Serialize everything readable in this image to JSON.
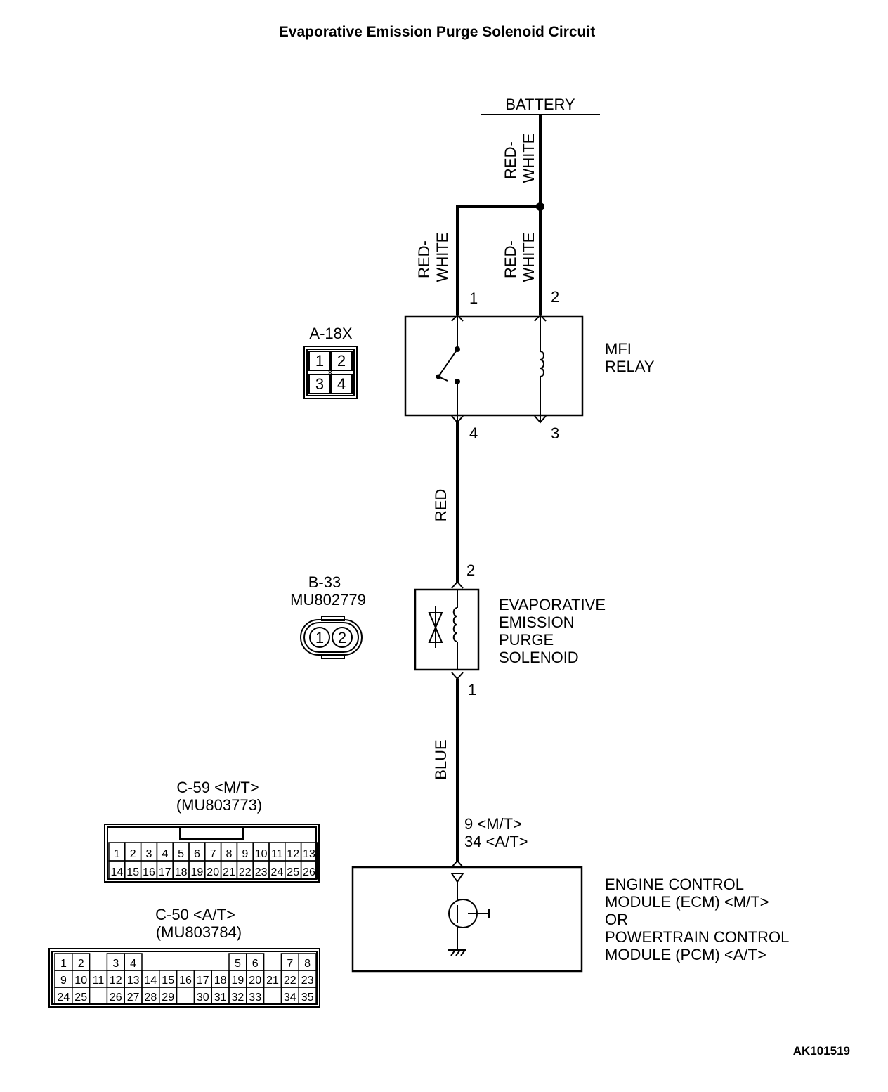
{
  "title": "Evaporative Emission Purge Solenoid Circuit",
  "figure_code": "AK101519",
  "battery": {
    "label": "BATTERY"
  },
  "wires": {
    "battery_feed": [
      "RED-",
      "WHITE"
    ],
    "relay_pin1": [
      "RED-",
      "WHITE"
    ],
    "relay_pin2": [
      "RED-",
      "WHITE"
    ],
    "relay_to_solenoid": "RED",
    "solenoid_to_ecm": "BLUE"
  },
  "mfi_relay": {
    "label_lines": [
      "MFI",
      "RELAY"
    ],
    "pins": {
      "p1": "1",
      "p2": "2",
      "p3": "3",
      "p4": "4"
    },
    "connector": {
      "id": "A-18X",
      "cells": [
        "1",
        "2",
        "3",
        "4"
      ]
    }
  },
  "solenoid": {
    "label_lines": [
      "EVAPORATIVE",
      "EMISSION",
      "PURGE",
      "SOLENOID"
    ],
    "pins": {
      "top": "2",
      "bottom": "1"
    },
    "connector": {
      "id": "B-33",
      "part": "MU802779",
      "cells": [
        "1",
        "2"
      ]
    }
  },
  "ecm": {
    "label_lines": [
      "ENGINE CONTROL",
      "MODULE (ECM) <M/T>",
      "OR",
      "POWERTRAIN CONTROL",
      "MODULE (PCM) <A/T>"
    ],
    "pin_lines": [
      "9 <M/T>",
      "34 <A/T>"
    ]
  },
  "connectors": {
    "c59": {
      "title": "C-59 <M/T>",
      "part": "(MU803773)",
      "row1": [
        "1",
        "2",
        "3",
        "4",
        "5",
        "6",
        "7",
        "8",
        "9",
        "10",
        "11",
        "12",
        "13"
      ],
      "row2": [
        "14",
        "15",
        "16",
        "17",
        "18",
        "19",
        "20",
        "21",
        "22",
        "23",
        "24",
        "25",
        "26"
      ]
    },
    "c50": {
      "title": "C-50 <A/T>",
      "part": "(MU803784)",
      "row1": [
        "1",
        "2",
        "",
        "3",
        "4",
        "",
        "",
        "",
        "",
        "",
        "5",
        "6",
        "",
        "7",
        "8"
      ],
      "row2": [
        "9",
        "10",
        "11",
        "12",
        "13",
        "14",
        "15",
        "16",
        "17",
        "18",
        "19",
        "20",
        "21",
        "22",
        "23"
      ],
      "row3": [
        "24",
        "25",
        "",
        "26",
        "27",
        "28",
        "29",
        "",
        "30",
        "31",
        "32",
        "33",
        "",
        "34",
        "35"
      ]
    }
  }
}
